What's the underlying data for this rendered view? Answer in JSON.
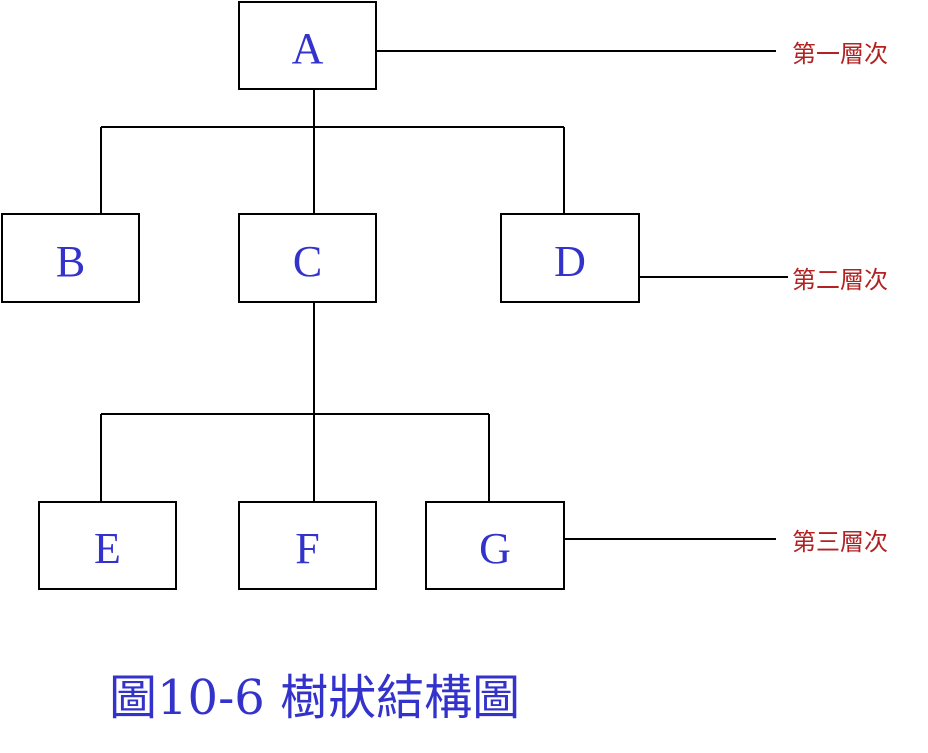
{
  "nodes": {
    "A": "A",
    "B": "B",
    "C": "C",
    "D": "D",
    "E": "E",
    "F": "F",
    "G": "G"
  },
  "levels": {
    "level1": "第一層次",
    "level2": "第二層次",
    "level3": "第三層次"
  },
  "caption": "圖10-6 樹狀結構圖",
  "colors": {
    "node_text": "#3333cc",
    "level_text": "#b22222",
    "line": "#000000"
  }
}
